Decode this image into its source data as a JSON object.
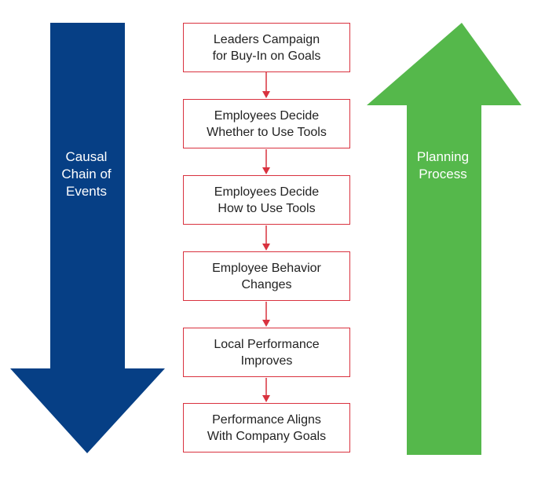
{
  "colors": {
    "down_arrow": "#063f85",
    "up_arrow": "#55b84b",
    "box_border": "#d9323f",
    "connector": "#d9323f",
    "box_text": "#222222",
    "arrow_text": "#ffffff"
  },
  "left_arrow": {
    "direction": "down",
    "label": "Causal\nChain of\nEvents"
  },
  "right_arrow": {
    "direction": "up",
    "label": "Planning\nProcess"
  },
  "steps": [
    {
      "label": "Leaders Campaign\nfor Buy-In on Goals"
    },
    {
      "label": "Employees Decide\nWhether to Use Tools"
    },
    {
      "label": "Employees Decide\nHow to Use Tools"
    },
    {
      "label": "Employee Behavior\nChanges"
    },
    {
      "label": "Local Performance\nImproves"
    },
    {
      "label": "Performance Aligns\nWith Company Goals"
    }
  ]
}
